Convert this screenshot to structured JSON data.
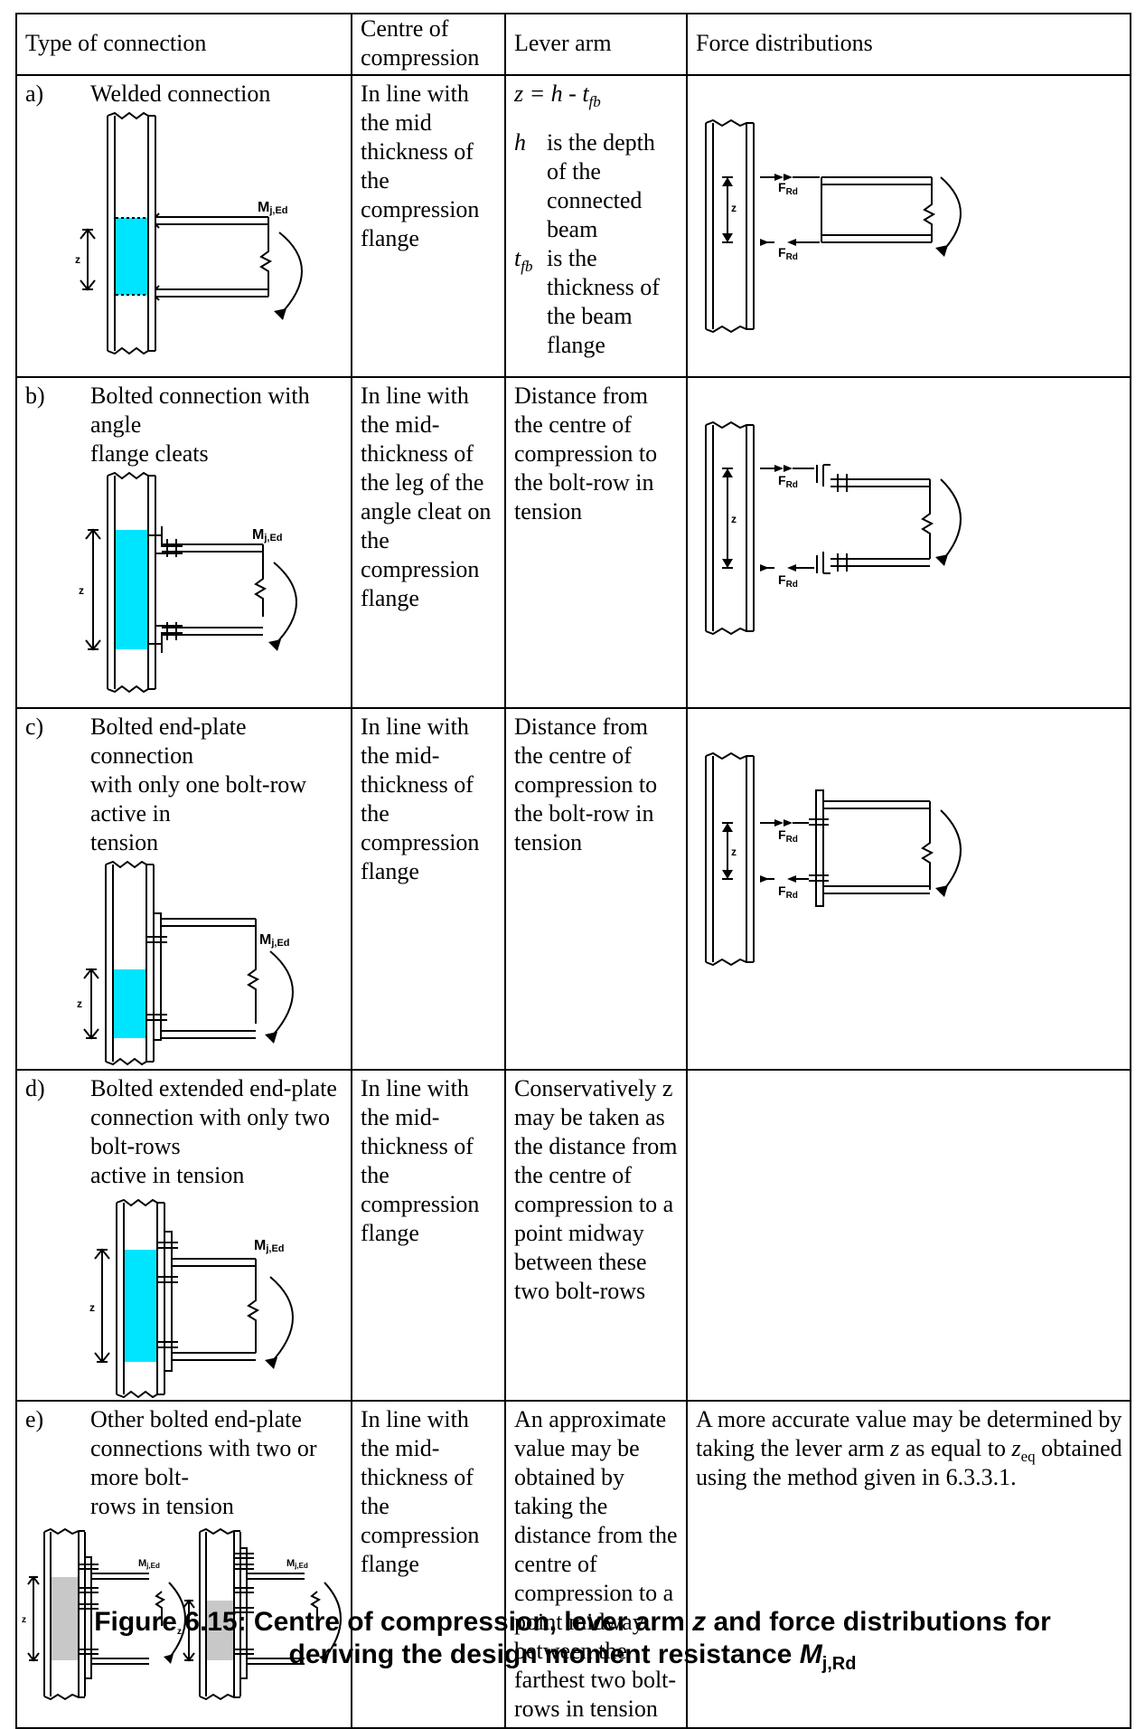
{
  "table": {
    "headers": {
      "type": "Type of connection",
      "centre": "Centre of compression",
      "lever": "Lever arm",
      "force": "Force distributions"
    },
    "rows": [
      {
        "letter": "a)",
        "title": "Welded connection",
        "centre": "In line with the mid thickness of the compression flange",
        "lever_formula": "z = h - t",
        "lever_formula_sub": "fb",
        "lever_def_h_sym": "h",
        "lever_def_h": "is the depth of the connected beam",
        "lever_def_t_sym": "t",
        "lever_def_t_sub": "fb",
        "lever_def_t": "is the thickness of the beam flange",
        "fig_moment": "M",
        "fig_moment_sub": "j,Ed",
        "fig_z": "z",
        "force_F": "F",
        "force_F_sub": "Rd"
      },
      {
        "letter": "b)",
        "title": "Bolted connection with angle flange cleats",
        "centre": "In line with the mid-thickness of the leg of the angle cleat on the compression flange",
        "lever": "Distance from the centre of compression to the bolt-row in tension",
        "fig_moment": "M",
        "fig_moment_sub": "j,Ed",
        "fig_z": "z",
        "force_F": "F",
        "force_F_sub": "Rd"
      },
      {
        "letter": "c)",
        "title": "Bolted end-plate connection with only one bolt-row active in tension",
        "centre": "In line with the mid-thickness of the compression flange",
        "lever": "Distance from the centre of compression to the bolt-row in tension",
        "fig_moment": "M",
        "fig_moment_sub": "j,Ed",
        "fig_z": "z",
        "force_F": "F",
        "force_F_sub": "Rd"
      },
      {
        "letter": "d)",
        "title": "Bolted extended end-plate connection with only two bolt-rows active in tension",
        "centre": "In line with the mid-thickness of the compression flange",
        "lever": "Conservatively z may be taken as the distance from the centre of compression to a point midway between these two bolt-rows",
        "fig_moment": "M",
        "fig_moment_sub": "j,Ed",
        "fig_z": "z"
      },
      {
        "letter": "e)",
        "title": "Other bolted end-plate connections with two or more bolt-rows in tension",
        "centre": "In line with the mid-thickness of the compression flange",
        "lever": "An approximate value may be obtained by taking the distance from the centre of compression to a point midway between the farthest two bolt-rows in tension",
        "force_pre": "A more accurate value may be determined by taking the lever arm",
        "force_z": "z",
        "force_mid": "as equal to",
        "force_zeq": "z",
        "force_zeq_sub": "eq",
        "force_post": "obtained using the method given in 6.3.3.1.",
        "fig_moment": "M",
        "fig_moment_sub": "j,Ed",
        "fig_z": "z"
      }
    ]
  },
  "caption": {
    "line1_pre": "Figure 6.15: Centre of compression, lever arm",
    "line1_z": "z",
    "line1_post": "and force distributions for",
    "line2_pre": "deriving the design moment resistance",
    "line2_M": "M",
    "line2_M_sub": "j,Rd"
  },
  "colors": {
    "compression_zone": "#00e5ff",
    "compression_zone_e": "#c8c8c8",
    "line": "#000000"
  }
}
